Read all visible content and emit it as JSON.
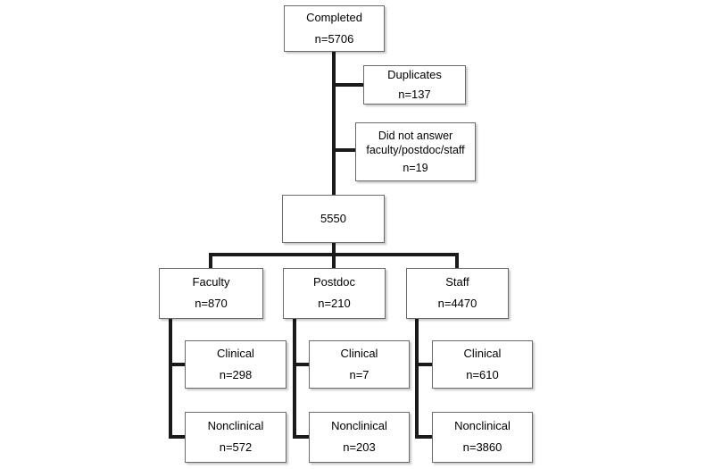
{
  "figure": {
    "type": "flowchart",
    "background_color": "#ffffff",
    "connector_color": "#1a1a1a",
    "box_border_color": "#6b6b6b",
    "box_fill_color": "#ffffff",
    "nodes": {
      "completed": {
        "label": "Completed",
        "value": "n=5706"
      },
      "duplicates": {
        "label": "Duplicates",
        "value": "n=137"
      },
      "no_answer": {
        "label": "Did not answer faculty/postdoc/staff",
        "value": "n=19"
      },
      "total": {
        "label": "",
        "value": "5550"
      },
      "faculty": {
        "label": "Faculty",
        "value": "n=870"
      },
      "postdoc": {
        "label": "Postdoc",
        "value": "n=210"
      },
      "staff": {
        "label": "Staff",
        "value": "n=4470"
      },
      "faculty_clinical": {
        "label": "Clinical",
        "value": "n=298"
      },
      "postdoc_clinical": {
        "label": "Clinical",
        "value": "n=7"
      },
      "staff_clinical": {
        "label": "Clinical",
        "value": "n=610"
      },
      "faculty_nonclinical": {
        "label": "Nonclinical",
        "value": "n=572"
      },
      "postdoc_nonclinical": {
        "label": "Nonclinical",
        "value": "n=203"
      },
      "staff_nonclinical": {
        "label": "Nonclinical",
        "value": "n=3860"
      }
    }
  }
}
